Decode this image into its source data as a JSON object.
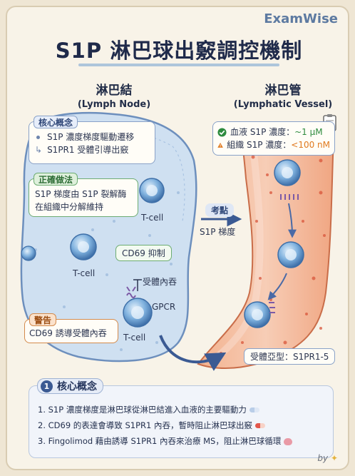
{
  "brand": "ExamWise",
  "title": "S1P 淋巴球出竅調控機制",
  "left_section": {
    "title_zh": "淋巴結",
    "title_en": "(Lymph Node)"
  },
  "right_section": {
    "title_zh": "淋巴管",
    "title_en": "(Lymphatic Vessel)"
  },
  "concept_box": {
    "title": "核心概念",
    "line1": "S1P 濃度梯度驅動遷移",
    "line2": "S1PR1 受體引導出竅"
  },
  "correct_box": {
    "title": "正確做法",
    "text": "S1P 梯度由 S1P 裂解酶在組織中分解維持",
    "line1": "S1P 梯度由 S1P 裂解酶",
    "line2": "在組織中分解維持"
  },
  "warning_box": {
    "title": "警告",
    "text": "CD69 誘導受體內吞"
  },
  "cd69_box": "CD69 抑制",
  "labels": {
    "tcell_1": "T-cell",
    "tcell_2": "T-cell",
    "tcell_3": "T-cell",
    "internalization": "受體內吞",
    "gpcr": "GPCR",
    "exam_point": "考點",
    "gradient": "S1P 梯度",
    "subtype": "受體亞型：S1PR1-5"
  },
  "concentration_box": {
    "blood_label": "血液 S1P 濃度：",
    "blood_value": "~1 μM",
    "tissue_label": "組織 S1P 濃度：",
    "tissue_value": "<100 nM"
  },
  "bottom": {
    "number": "1",
    "title": "核心概念",
    "items": [
      "1. S1P 濃度梯度是淋巴球從淋巴結進入血液的主要驅動力",
      "2. CD69 的表達會導致 S1PR1 內吞，暫時阻止淋巴球出竅",
      "3. Fingolimod 藉由誘導 S1PR1 內吞來治療 MS，阻止淋巴球循環"
    ]
  },
  "byline": "by",
  "colors": {
    "accent_blue": "#3b5a93",
    "green": "#2e8b3e",
    "orange": "#e07a1f",
    "vessel": "#f2c1a8"
  },
  "icons": [
    "clipboard-icon",
    "check-circle-icon",
    "warning-triangle-icon",
    "pill-icon",
    "medicine-capsule-icon",
    "brain-icon"
  ]
}
